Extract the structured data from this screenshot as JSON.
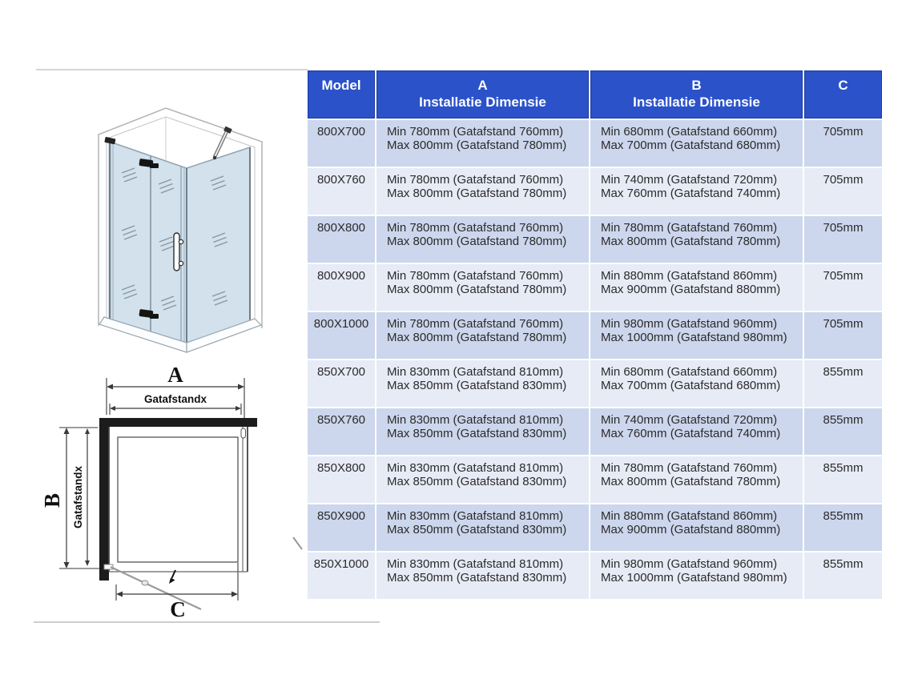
{
  "colors": {
    "header_bg": "#2b52c9",
    "header_border": "#1b3aa3",
    "row_odd": "#ccd6ec",
    "row_even": "#e7ebf6",
    "body_text": "#2b2b2b",
    "header_text": "#ffffff",
    "glass": "#d2e1ec"
  },
  "table": {
    "header": {
      "model_label": "Model",
      "a_title": "A",
      "b_title": "B",
      "c_title": "C",
      "subtitle": "Installatie Dimensie"
    },
    "rows": [
      {
        "model": "800X700",
        "a_min": "Min 780mm (Gatafstand 760mm)",
        "a_max": "Max 800mm (Gatafstand 780mm)",
        "b_min": "Min 680mm (Gatafstand 660mm)",
        "b_max": "Max 700mm (Gatafstand 680mm)",
        "c": "705mm"
      },
      {
        "model": "800X760",
        "a_min": "Min 780mm (Gatafstand 760mm)",
        "a_max": "Max 800mm (Gatafstand 780mm)",
        "b_min": "Min 740mm (Gatafstand 720mm)",
        "b_max": "Max 760mm (Gatafstand 740mm)",
        "c": "705mm"
      },
      {
        "model": "800X800",
        "a_min": "Min 780mm (Gatafstand 760mm)",
        "a_max": "Max 800mm (Gatafstand 780mm)",
        "b_min": "Min 780mm (Gatafstand 760mm)",
        "b_max": "Max 800mm (Gatafstand 780mm)",
        "c": "705mm"
      },
      {
        "model": "800X900",
        "a_min": "Min 780mm (Gatafstand 760mm)",
        "a_max": "Max 800mm (Gatafstand 780mm)",
        "b_min": "Min 880mm (Gatafstand 860mm)",
        "b_max": "Max 900mm (Gatafstand 880mm)",
        "c": "705mm"
      },
      {
        "model": "800X1000",
        "a_min": "Min 780mm (Gatafstand 760mm)",
        "a_max": "Max 800mm (Gatafstand 780mm)",
        "b_min": "Min 980mm (Gatafstand 960mm)",
        "b_max": "Max 1000mm (Gatafstand 980mm)",
        "c": "705mm"
      },
      {
        "model": "850X700",
        "a_min": "Min 830mm (Gatafstand 810mm)",
        "a_max": "Max 850mm (Gatafstand 830mm)",
        "b_min": "Min 680mm (Gatafstand 660mm)",
        "b_max": "Max 700mm (Gatafstand 680mm)",
        "c": "855mm"
      },
      {
        "model": "850X760",
        "a_min": "Min 830mm (Gatafstand 810mm)",
        "a_max": "Max 850mm (Gatafstand 830mm)",
        "b_min": "Min 740mm (Gatafstand 720mm)",
        "b_max": "Max 760mm (Gatafstand 740mm)",
        "c": "855mm"
      },
      {
        "model": "850X800",
        "a_min": "Min 830mm (Gatafstand 810mm)",
        "a_max": "Max 850mm (Gatafstand 830mm)",
        "b_min": "Min 780mm (Gatafstand 760mm)",
        "b_max": "Max 800mm (Gatafstand 780mm)",
        "c": "855mm"
      },
      {
        "model": "850X900",
        "a_min": "Min 830mm (Gatafstand 810mm)",
        "a_max": "Max 850mm (Gatafstand 830mm)",
        "b_min": "Min 880mm (Gatafstand 860mm)",
        "b_max": "Max 900mm (Gatafstand 880mm)",
        "c": "855mm"
      },
      {
        "model": "850X1000",
        "a_min": "Min 830mm (Gatafstand 810mm)",
        "a_max": "Max 850mm (Gatafstand 830mm)",
        "b_min": "Min 980mm (Gatafstand 960mm)",
        "b_max": "Max 1000mm (Gatafstand 980mm)",
        "c": "855mm"
      }
    ]
  },
  "top_view": {
    "label_a": "A",
    "label_b": "B",
    "label_c": "C",
    "hole_distance_h": "Gatafstandx",
    "hole_distance_v": "Gatafstandx"
  }
}
